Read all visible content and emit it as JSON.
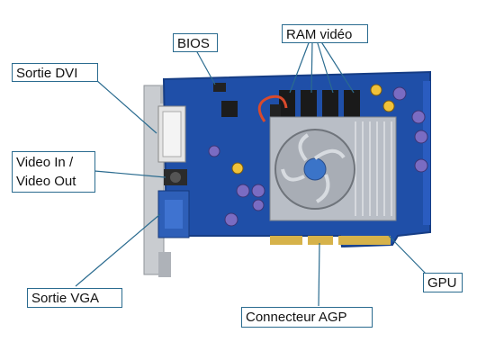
{
  "labels": {
    "bios": "BIOS",
    "ram_video": "RAM vidéo",
    "sortie_dvi": "Sortie DVI",
    "video_in_out_line1": "Video In /",
    "video_in_out_line2": "Video Out",
    "sortie_vga": "Sortie VGA",
    "gpu": "GPU",
    "connecteur_agp": "Connecteur AGP"
  },
  "colors": {
    "pcb": "#1f4fa8",
    "leader_line": "#2a6b8f",
    "bracket": "#c9ccd0",
    "heatsink": "#b9bec6",
    "gold": "#d6b24a"
  }
}
